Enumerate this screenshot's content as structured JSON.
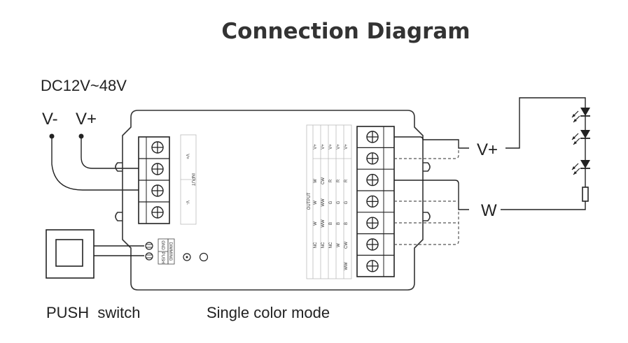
{
  "title": "Connection Diagram",
  "power": {
    "voltage_label": "DC12V~48V",
    "neg_label": "V-",
    "pos_label": "V+"
  },
  "input_block": {
    "label": "INPUT",
    "v_plus": "V+",
    "v_minus": "V-"
  },
  "dimming_block": {
    "label": "DIMMING",
    "gnd": "GND",
    "push": "PUSH"
  },
  "output_block": {
    "label": "OUTPUT",
    "columns": [
      [
        "V+",
        "W",
        "W",
        "W",
        "NC"
      ],
      [
        "V+",
        "CW",
        "WW",
        "WW",
        "NC"
      ],
      [
        "V+",
        "R",
        "G",
        "B",
        "NC"
      ],
      [
        "V+",
        "R",
        "G",
        "B",
        "W"
      ],
      [
        "V+",
        "R",
        "G",
        "B",
        "CW",
        "WW"
      ]
    ]
  },
  "load_labels": {
    "v_plus": "V+",
    "w": "W"
  },
  "captions": {
    "push_switch": "PUSH  switch",
    "mode": "Single color mode"
  },
  "colors": {
    "title": "#333333",
    "line": "#222222",
    "dashed": "#555555"
  }
}
